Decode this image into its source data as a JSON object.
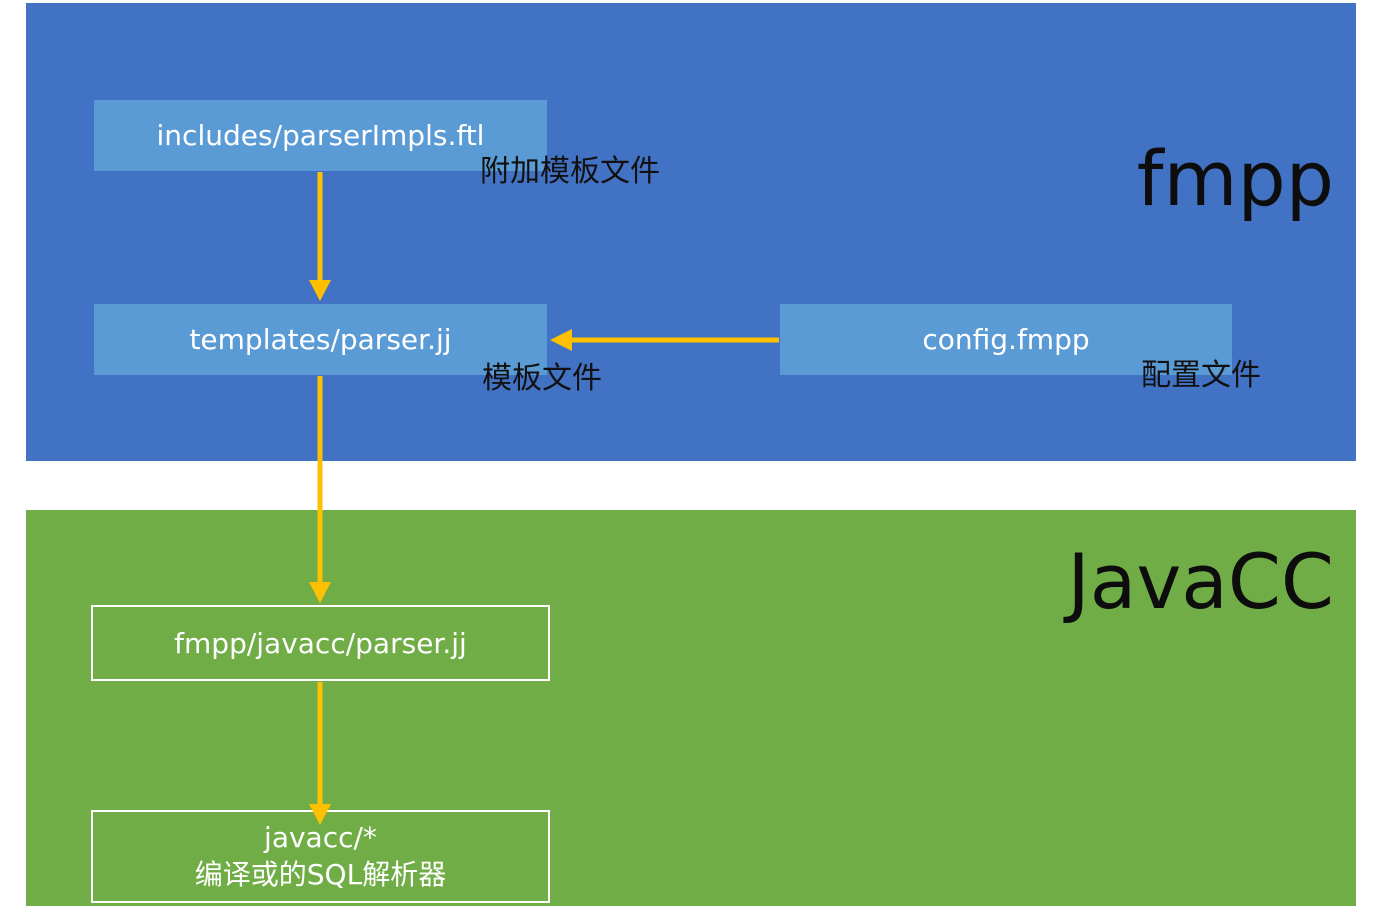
{
  "regions": {
    "fmpp": {
      "title": "fmpp"
    },
    "javacc": {
      "title": "JavaCC"
    }
  },
  "nodes": {
    "includes": {
      "label": "includes/parserImpls.ftl",
      "note": "附加模板文件"
    },
    "templates": {
      "label": "templates/parser.jj",
      "note": "模板文件"
    },
    "config": {
      "label": "config.fmpp",
      "note": "配置文件"
    },
    "generated": {
      "label": "fmpp/javacc/parser.jj"
    },
    "output": {
      "line1": "javacc/*",
      "line2": "编译或的SQL解析器"
    }
  },
  "colors": {
    "fmpp_region": "#4272c4",
    "javacc_region": "#70ad47",
    "box_fill": "#5b9bd5",
    "arrow": "#ffc000"
  },
  "edges": [
    {
      "from": "includes",
      "to": "templates"
    },
    {
      "from": "config",
      "to": "templates"
    },
    {
      "from": "templates",
      "to": "generated"
    },
    {
      "from": "generated",
      "to": "output"
    }
  ]
}
